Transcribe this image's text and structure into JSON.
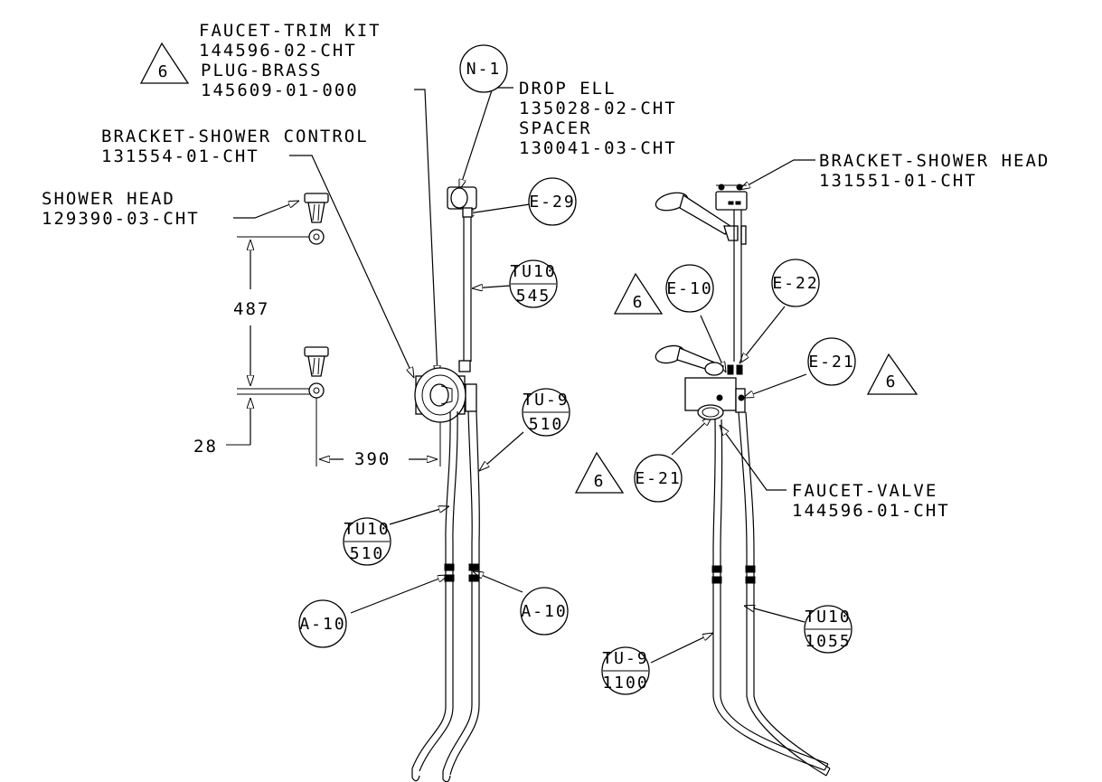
{
  "labels": {
    "faucet_trim_kit": "FAUCET-TRIM KIT",
    "faucet_trim_kit_pn": "144596-02-CHT",
    "plug_brass": "PLUG-BRASS",
    "plug_brass_pn": "145609-01-000",
    "drop_ell": "DROP ELL",
    "drop_ell_pn": "135028-02-CHT",
    "spacer": "SPACER",
    "spacer_pn": "130041-03-CHT",
    "bracket_shower_control": "BRACKET-SHOWER CONTROL",
    "bracket_shower_control_pn": "131554-01-CHT",
    "shower_head": "SHOWER HEAD",
    "shower_head_pn": "129390-03-CHT",
    "bracket_shower_head": "BRACKET-SHOWER HEAD",
    "bracket_shower_head_pn": "131551-01-CHT",
    "faucet_valve": "FAUCET-VALVE",
    "faucet_valve_pn": "144596-01-CHT"
  },
  "dimensions": {
    "vertical": "487",
    "offset": "28",
    "horizontal": "390"
  },
  "callouts": {
    "n1": "N-1",
    "e29": "E-29",
    "tu10_545_top": "TU10",
    "tu10_545_bottom": "545",
    "tu9_510_top": "TU-9",
    "tu9_510_bottom": "510",
    "tu10_510_top": "TU10",
    "tu10_510_bottom": "510",
    "a10_left": "A-10",
    "a10_right": "A-10",
    "e10": "E-10",
    "e22": "E-22",
    "e21_right": "E-21",
    "e21_left": "E-21",
    "tu10_1055_top": "TU10",
    "tu10_1055_bottom": "1055",
    "tu9_1100_top": "TU-9",
    "tu9_1100_bottom": "1100"
  },
  "notes": {
    "tri_top": "6",
    "tri_e10": "6",
    "tri_e21_right": "6",
    "tri_e21_left": "6"
  }
}
